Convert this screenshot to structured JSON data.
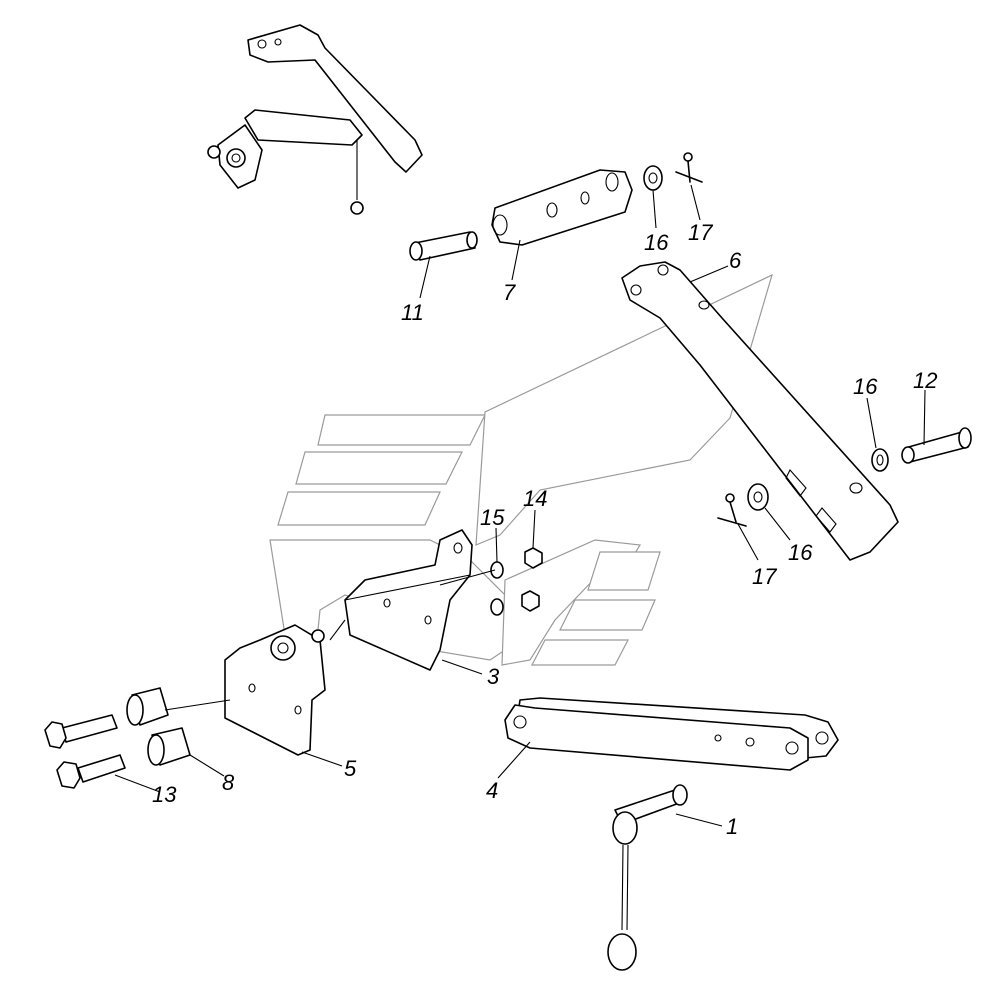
{
  "labels": {
    "l1": "1",
    "l3": "3",
    "l4": "4",
    "l5": "5",
    "l6": "6",
    "l7": "7",
    "l8": "8",
    "l11": "11",
    "l12": "12",
    "l13": "13",
    "l14": "14",
    "l15": "15",
    "l16a": "16",
    "l16b": "16",
    "l16c": "16",
    "l17a": "17",
    "l17b": "17"
  },
  "colors": {
    "line": "#000000",
    "watermark": "#9a9a9a",
    "background": "#ffffff"
  }
}
